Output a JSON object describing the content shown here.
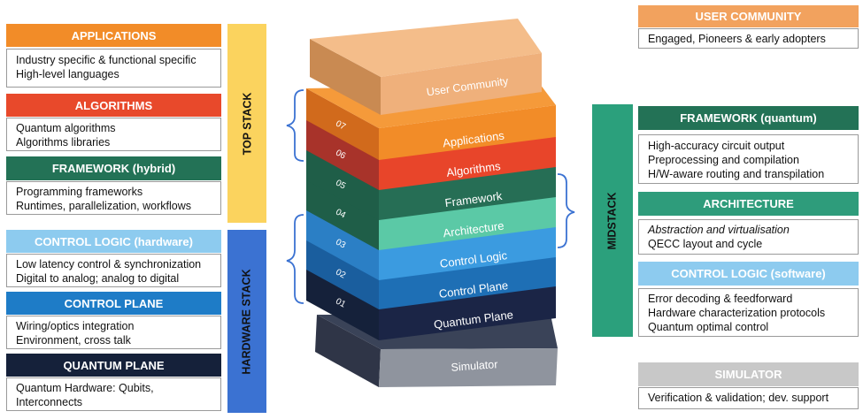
{
  "colors": {
    "applications": "#F28C28",
    "algorithms": "#E8492B",
    "framework": "#237256",
    "control_logic_hw": "#8DCBEF",
    "control_plane": "#1E7CC7",
    "quantum_plane": "#15213A",
    "user_community": "#F2A25E",
    "architecture": "#2E9C7B",
    "control_logic_sw": "#8DCBEF",
    "simulator": "#C8C8C8",
    "top_stack": "#FBD35E",
    "hardware_stack": "#3B72D2",
    "midstack": "#2BA07C"
  },
  "left_panels": [
    {
      "title": "APPLICATIONS",
      "lines": [
        "Industry specific & functional specific",
        "High-level languages"
      ]
    },
    {
      "title": "ALGORITHMS",
      "lines": [
        "Quantum algorithms",
        "Algorithms libraries"
      ]
    },
    {
      "title": "FRAMEWORK (hybrid)",
      "lines": [
        "Programming frameworks",
        "Runtimes, parallelization, workflows"
      ]
    },
    {
      "title": "CONTROL LOGIC (hardware)",
      "lines": [
        "Low latency control & synchronization",
        "Digital to analog; analog to digital"
      ]
    },
    {
      "title": "CONTROL PLANE",
      "lines": [
        "Wiring/optics integration",
        "Environment, cross talk"
      ]
    },
    {
      "title": "QUANTUM PLANE",
      "lines": [
        "Quantum Hardware: Qubits,",
        "Interconnects"
      ]
    }
  ],
  "right_panels": {
    "user_community": {
      "title": "USER COMMUNITY",
      "lines": [
        "Engaged, Pioneers & early adopters"
      ]
    },
    "framework_quantum": {
      "title": "FRAMEWORK (quantum)",
      "lines": [
        "High-accuracy circuit output",
        "Preprocessing and compilation",
        "H/W-aware routing and transpilation"
      ]
    },
    "architecture": {
      "title": "ARCHITECTURE",
      "lines": [
        "Abstraction and virtualisation",
        "QECC layout and cycle"
      ]
    },
    "control_logic_sw": {
      "title": "CONTROL LOGIC (software)",
      "lines": [
        "Error decoding & feedforward",
        "Hardware characterization protocols",
        "Quantum optimal control"
      ]
    },
    "simulator": {
      "title": "SIMULATOR",
      "lines": [
        "Verification & validation; dev. support"
      ]
    }
  },
  "side_labels": {
    "top_stack": "TOP STACK",
    "hardware_stack": "HARDWARE STACK",
    "midstack": "MIDSTACK"
  },
  "stack": {
    "user_community": "User Community",
    "simulator": "Simulator",
    "layers": [
      {
        "num": "07",
        "label": "Applications"
      },
      {
        "num": "06",
        "label": "Algorithms"
      },
      {
        "num": "05",
        "label": "Framework"
      },
      {
        "num": "04",
        "label": "Architecture"
      },
      {
        "num": "03",
        "label": "Control Logic"
      },
      {
        "num": "02",
        "label": "Control Plane"
      },
      {
        "num": "01",
        "label": "Quantum Plane"
      }
    ]
  }
}
